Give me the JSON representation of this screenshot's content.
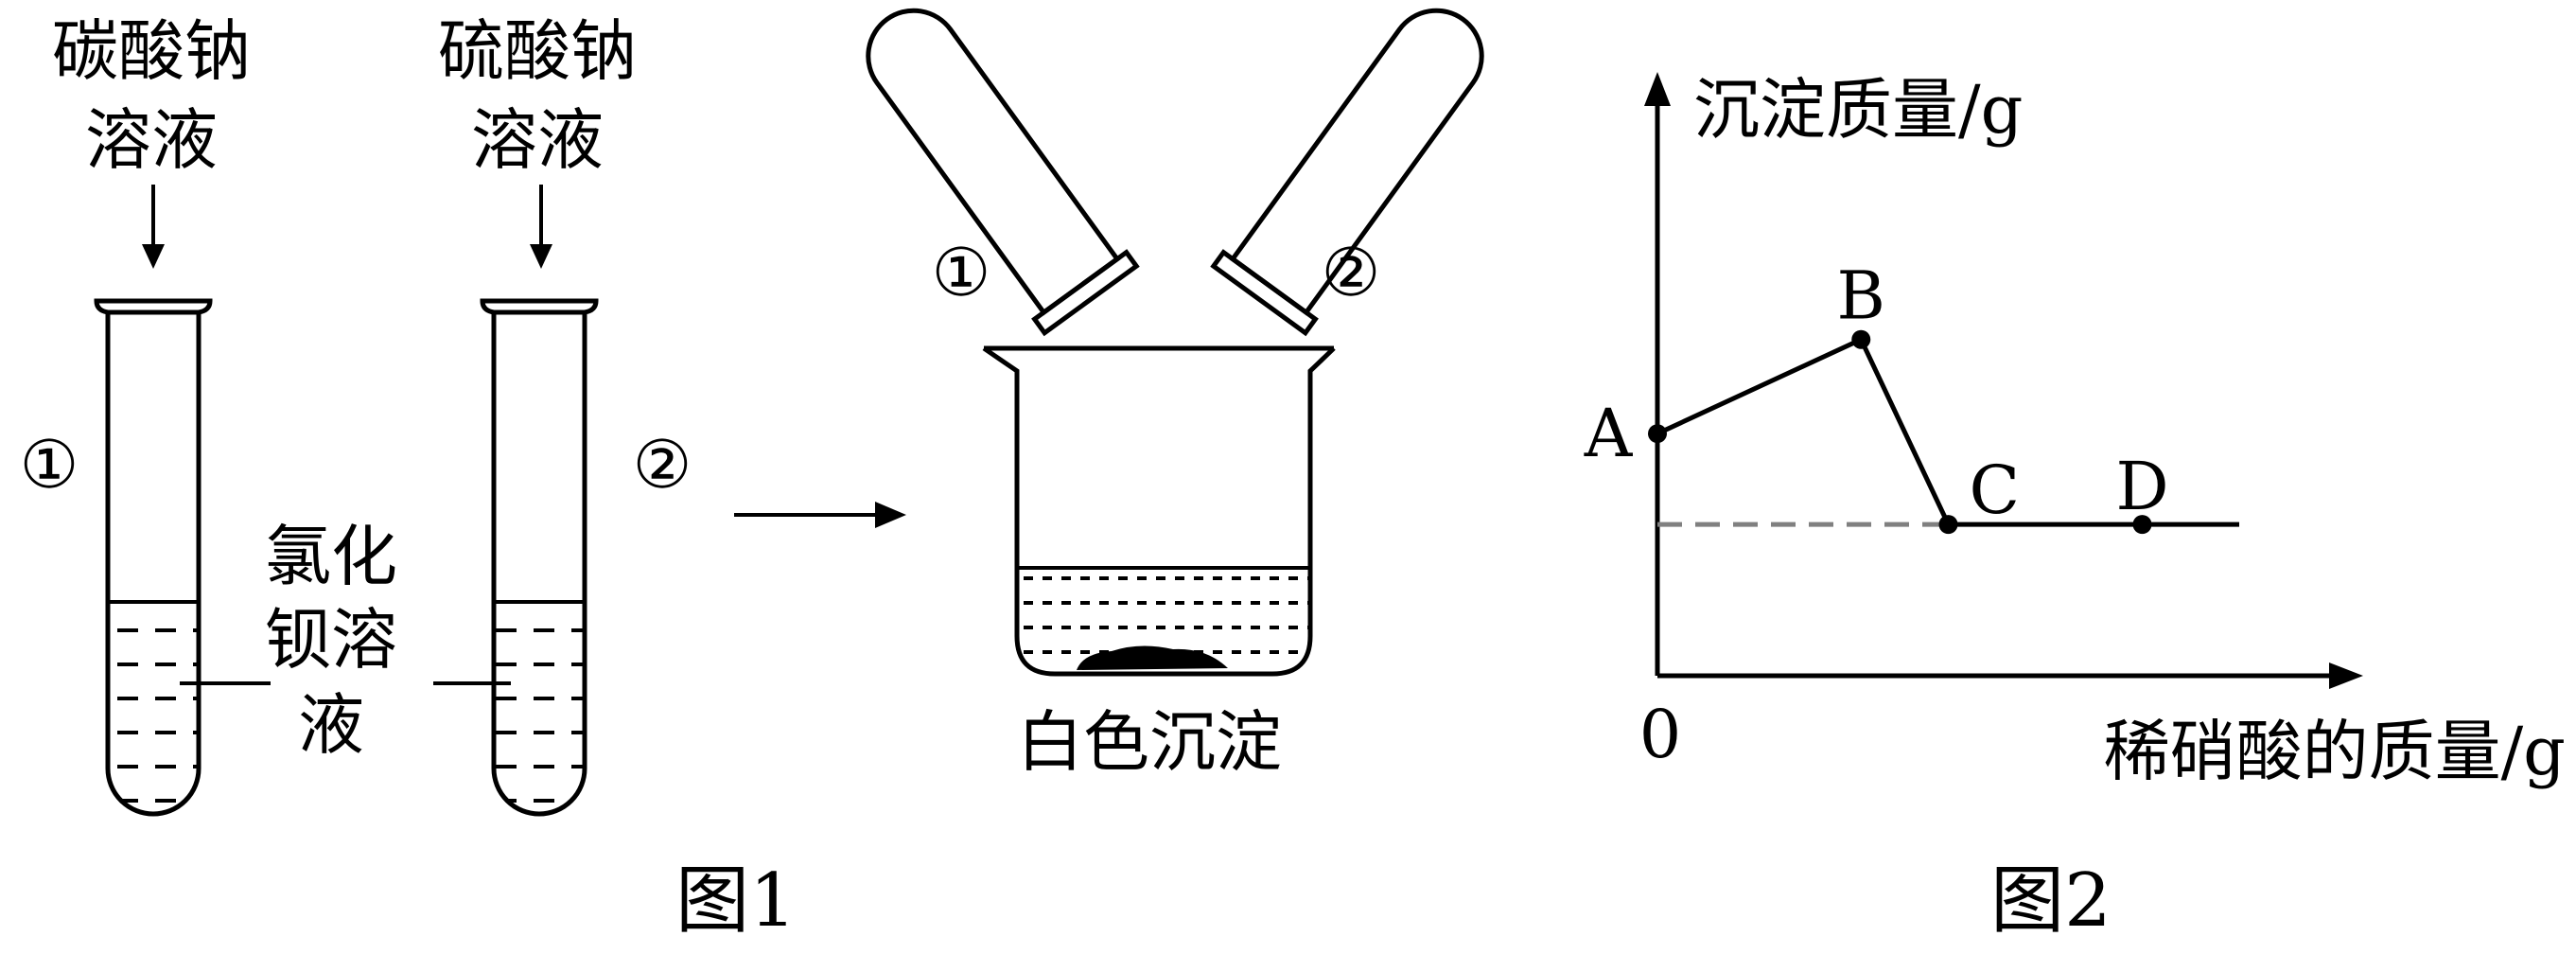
{
  "figure1": {
    "reagent_left": [
      "碳酸钠",
      "溶液"
    ],
    "reagent_right": [
      "硫酸钠",
      "溶液"
    ],
    "tube_left_label": "①",
    "tube_right_label": "②",
    "solution_label": [
      "氯化",
      "钡溶",
      "液"
    ],
    "pour_left_label": "①",
    "pour_right_label": "②",
    "result_label": "白色沉淀",
    "caption": "图1"
  },
  "figure2": {
    "ylabel": "沉淀质量/g",
    "xlabel": "稀硝酸的质量/g",
    "origin_label": "0",
    "caption": "图2",
    "points": [
      {
        "label": "A"
      },
      {
        "label": "B"
      },
      {
        "label": "C"
      },
      {
        "label": "D"
      }
    ]
  },
  "chart_data": {
    "type": "line",
    "title": "",
    "xlabel": "稀硝酸的质量/g",
    "ylabel": "沉淀质量/g",
    "x": [
      0,
      2.1,
      3.0,
      5.0,
      6.0
    ],
    "series": [
      {
        "values": [
          0.72,
          1.0,
          0.45,
          0.45,
          0.45
        ]
      }
    ],
    "point_labels": [
      "A",
      "B",
      "C",
      "D"
    ],
    "reference_line": {
      "y": 0.45,
      "style": "dashed",
      "color": "#808080"
    },
    "xlim": [
      0,
      7.2
    ],
    "ylim": [
      0,
      1.7
    ],
    "grid": false
  }
}
